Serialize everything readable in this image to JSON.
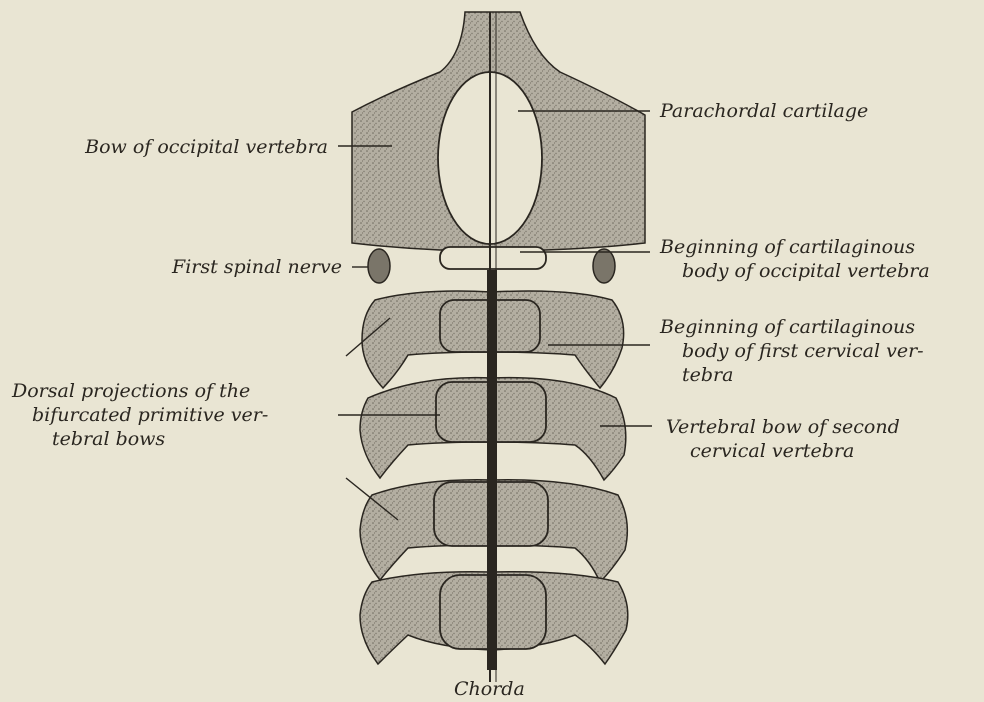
{
  "labels": {
    "bow_occipital": "Bow of occipital vertebra",
    "first_spinal_nerve": "First spinal nerve",
    "dorsal_1": "Dorsal projections of the",
    "dorsal_2": "bifurcated primitive ver-",
    "dorsal_3": "tebral bows",
    "parachordal": "Parachordal cartilage",
    "begin_occ_1": "Beginning of cartilaginous",
    "begin_occ_2": "body of occipital vertebra",
    "begin_cerv_1": "Beginning of cartilaginous",
    "begin_cerv_2": "body of first cervical ver-",
    "begin_cerv_3": "tebra",
    "vert_bow_1": "Vertebral bow of second",
    "vert_bow_2": "cervical vertebra",
    "chorda": "Chorda"
  },
  "colors": {
    "background": "#e9e5d3",
    "tissue": "#a8a498",
    "ink": "#2a2620"
  }
}
